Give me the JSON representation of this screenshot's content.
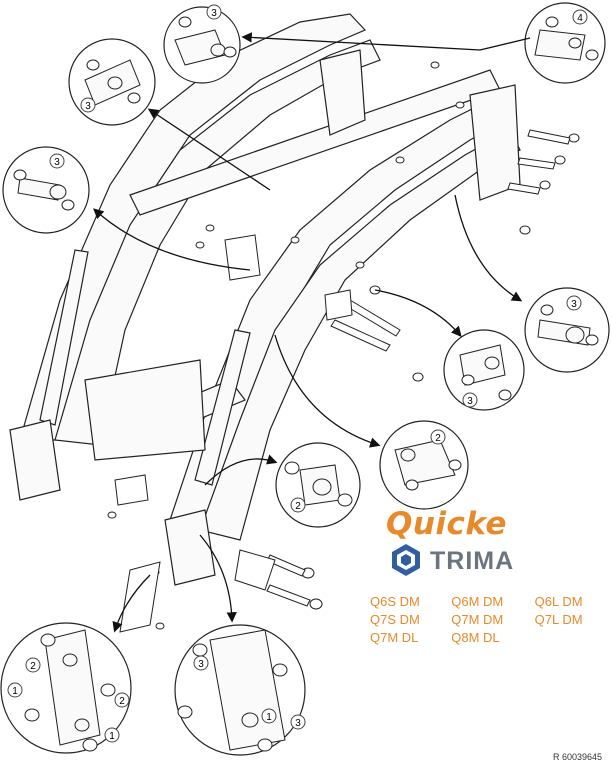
{
  "brand": {
    "name": "Quicke",
    "partner": "TRIMA",
    "accent_color": "#e8892a",
    "partner_color": "#6b7580"
  },
  "models": [
    "Q6S DM",
    "Q6M DM",
    "Q6L DM",
    "Q7S DM",
    "Q7M DM",
    "Q7L DM",
    "Q7M DL",
    "Q8M DL"
  ],
  "callouts": {
    "top_center": "3",
    "top_left": "3",
    "top_right": "4",
    "left": "3",
    "right": "3",
    "right_mid": "3",
    "center_right": "2",
    "center": "2",
    "bottom_left_a": "1",
    "bottom_left_b": "2",
    "bottom_left_c": "2",
    "bottom_left_d": "1",
    "bottom_center_a": "3",
    "bottom_center_b": "1",
    "bottom_center_c": "3"
  },
  "reference": "R 60039645"
}
